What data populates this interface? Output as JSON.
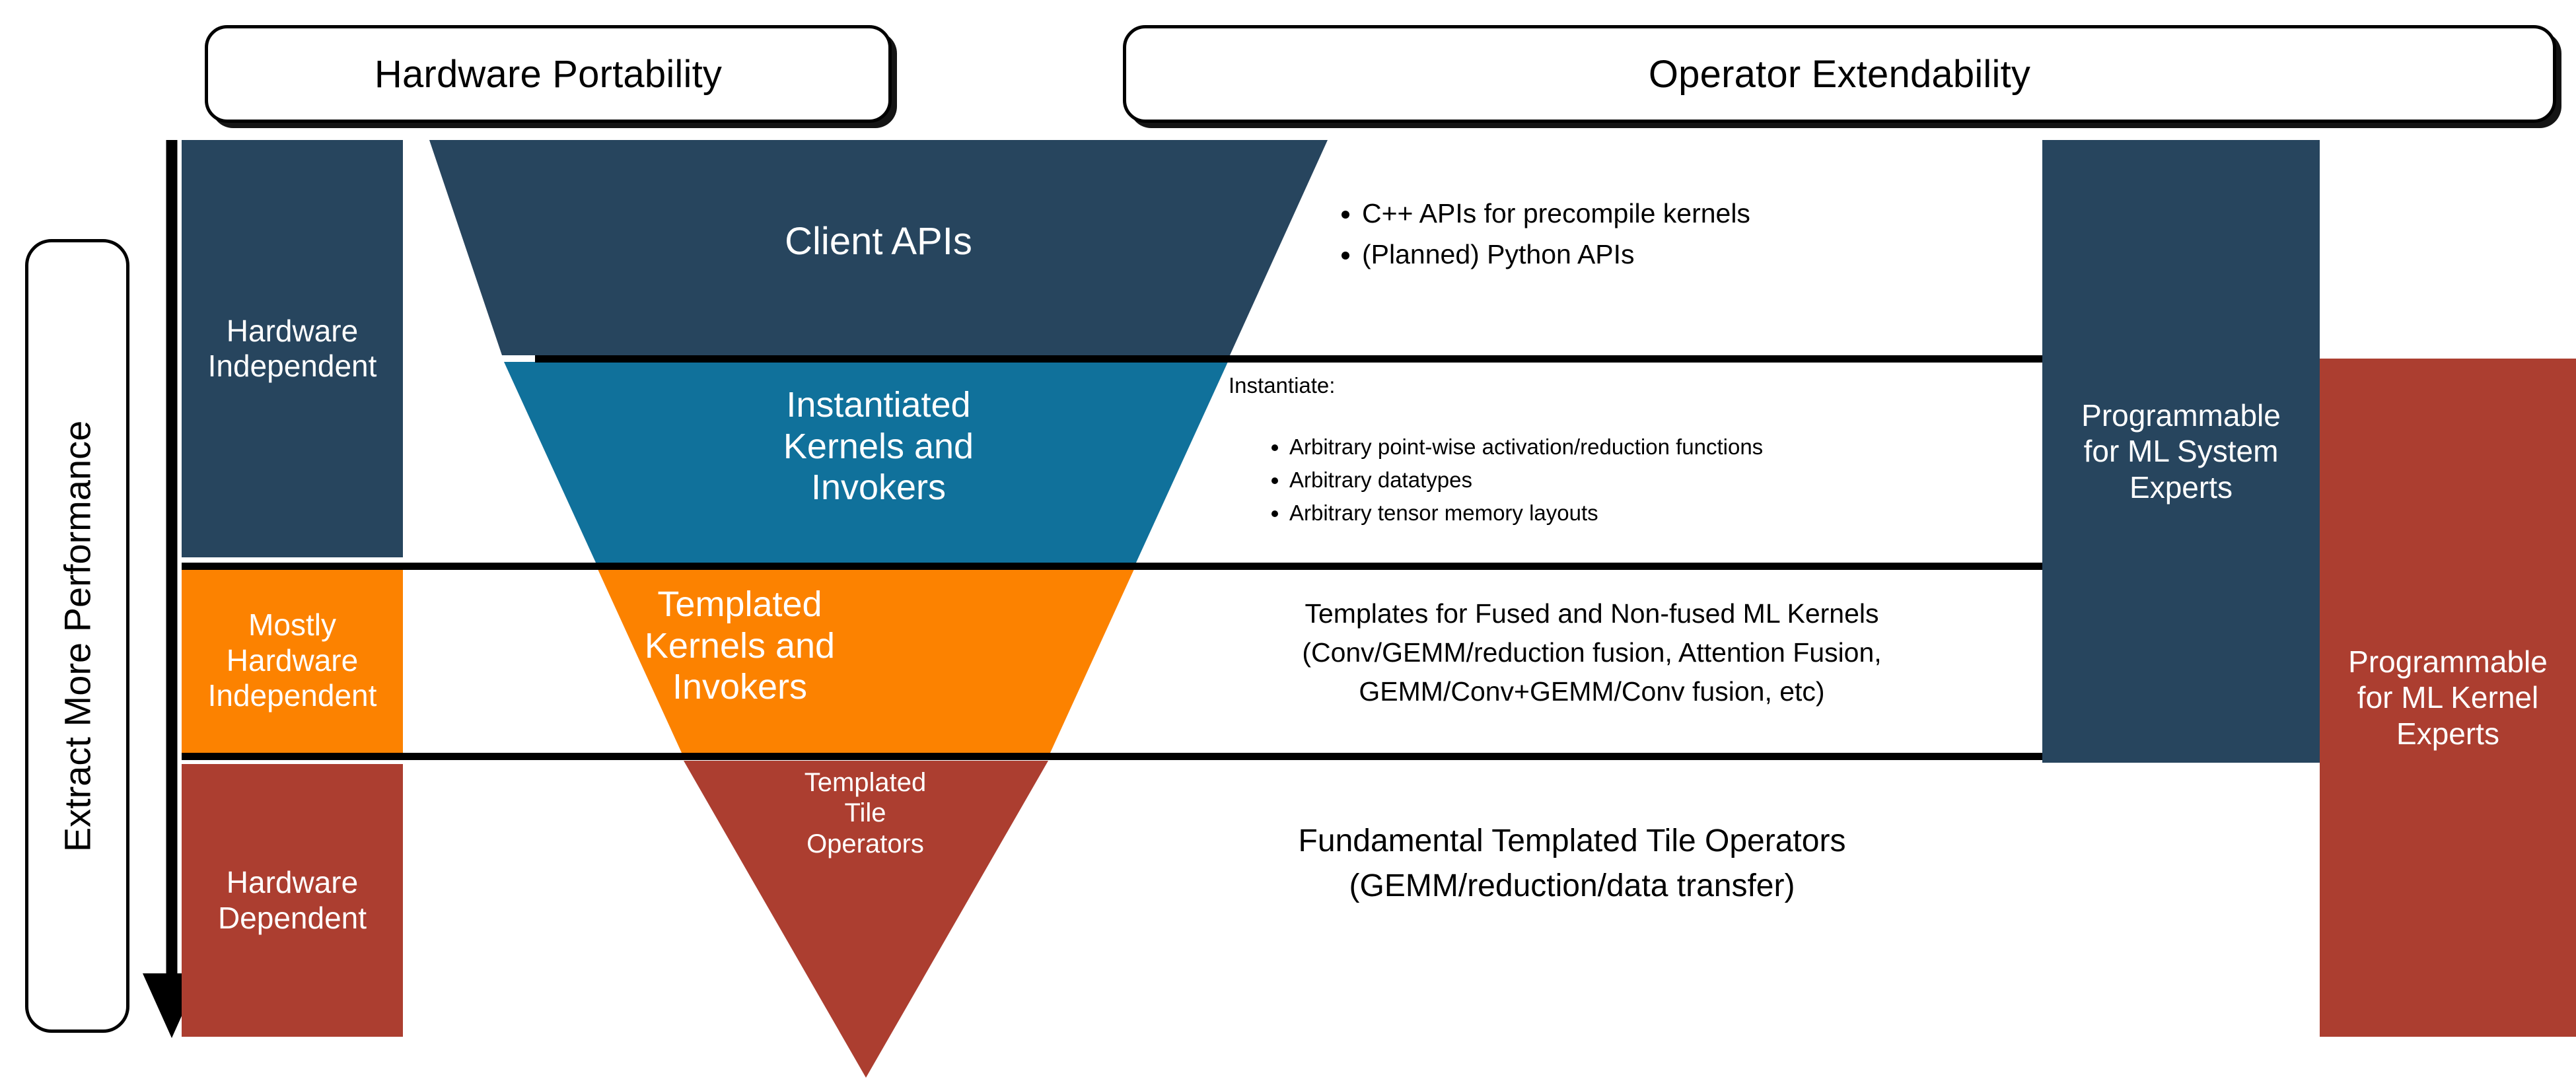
{
  "colors": {
    "navy": "#27455E",
    "mid_blue": "#10719B",
    "orange": "#FC8200",
    "red": "#AC3E30",
    "line": "#000000",
    "text_on_fill": "#FFFFFF"
  },
  "headers": {
    "hardware_portability": "Hardware Portability",
    "operator_extendability": "Operator Extendability"
  },
  "axis": {
    "label": "Extract More Performance",
    "direction": "down"
  },
  "left_column": {
    "tiers": [
      {
        "label_line1": "Hardware",
        "label_line2": "Independent",
        "color": "#27455E"
      },
      {
        "label_line1": "Mostly",
        "label_line2": "Hardware",
        "label_line3": "Independent",
        "color": "#FC8200"
      },
      {
        "label_line1": "Hardware",
        "label_line2": "Dependent",
        "color": "#AC3E30"
      }
    ]
  },
  "funnel": {
    "layers": [
      {
        "name": "client-apis",
        "label": "Client APIs",
        "color": "#27455E"
      },
      {
        "name": "instantiated-kernels",
        "label": "Instantiated\nKernels and\nInvokers",
        "color": "#10719B"
      },
      {
        "name": "templated-kernels",
        "label": "Templated\nKernels and\nInvokers",
        "color": "#FC8200"
      },
      {
        "name": "templated-tile-operators",
        "label": "Templated\nTile\nOperators",
        "color": "#AC3E30"
      }
    ],
    "l1_line1": "Client APIs",
    "l2_line1": "Instantiated",
    "l2_line2": "Kernels and",
    "l2_line3": "Invokers",
    "l3_line1": "Templated",
    "l3_line2": "Kernels and",
    "l3_line3": "Invokers",
    "l4_line1": "Templated",
    "l4_line2": "Tile",
    "l4_line3": "Operators"
  },
  "descriptions": {
    "client_apis_bullets": [
      "C++ APIs for precompile kernels",
      "(Planned) Python APIs"
    ],
    "instantiated_heading": "Instantiate:",
    "instantiated_bullets": [
      "Arbitrary point-wise activation/reduction functions",
      "Arbitrary datatypes",
      "Arbitrary tensor memory layouts"
    ],
    "templated_kernels_line1": "Templates for Fused and Non-fused ML Kernels",
    "templated_kernels_line2": "(Conv/GEMM/reduction fusion, Attention Fusion,",
    "templated_kernels_line3": "GEMM/Conv+GEMM/Conv fusion, etc)",
    "tile_operators_line1": "Fundamental Templated Tile Operators",
    "tile_operators_line2": "(GEMM/reduction/data transfer)"
  },
  "right_columns": {
    "ml_system_experts": {
      "line1": "Programmable",
      "line2": "for ML System",
      "line3": "Experts",
      "color": "#27455E"
    },
    "ml_kernel_experts": {
      "line1": "Programmable",
      "line2": "for ML Kernel",
      "line3": "Experts",
      "color": "#AC3E30"
    }
  }
}
